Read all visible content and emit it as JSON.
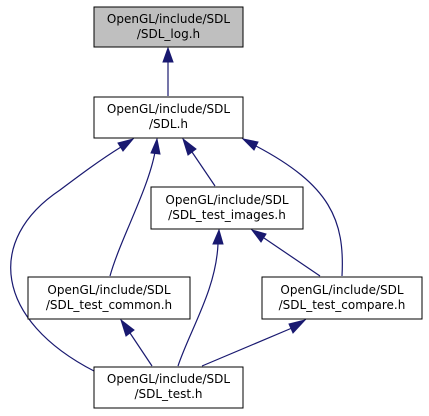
{
  "diagram": {
    "type": "include-dependency-graph",
    "colors": {
      "highlight_fill": "#bfbfbf",
      "node_fill": "#ffffff",
      "node_border": "#000000",
      "edge": "#191970"
    },
    "nodes": [
      {
        "id": "sdl_log",
        "line1": "OpenGL/include/SDL",
        "line2": "/SDL_log.h",
        "highlighted": true
      },
      {
        "id": "sdl",
        "line1": "OpenGL/include/SDL",
        "line2": "/SDL.h",
        "highlighted": false
      },
      {
        "id": "sdl_test_images",
        "line1": "OpenGL/include/SDL",
        "line2": "/SDL_test_images.h",
        "highlighted": false
      },
      {
        "id": "sdl_test_common",
        "line1": "OpenGL/include/SDL",
        "line2": "/SDL_test_common.h",
        "highlighted": false
      },
      {
        "id": "sdl_test_compare",
        "line1": "OpenGL/include/SDL",
        "line2": "/SDL_test_compare.h",
        "highlighted": false
      },
      {
        "id": "sdl_test",
        "line1": "OpenGL/include/SDL",
        "line2": "/SDL_test.h",
        "highlighted": false
      }
    ],
    "edges": [
      {
        "from": "sdl",
        "to": "sdl_log"
      },
      {
        "from": "sdl_test_images",
        "to": "sdl"
      },
      {
        "from": "sdl_test_common",
        "to": "sdl"
      },
      {
        "from": "sdl_test_compare",
        "to": "sdl"
      },
      {
        "from": "sdl_test",
        "to": "sdl"
      },
      {
        "from": "sdl_test_compare",
        "to": "sdl_test_images"
      },
      {
        "from": "sdl_test",
        "to": "sdl_test_images"
      },
      {
        "from": "sdl_test",
        "to": "sdl_test_common"
      },
      {
        "from": "sdl_test",
        "to": "sdl_test_compare"
      }
    ]
  }
}
